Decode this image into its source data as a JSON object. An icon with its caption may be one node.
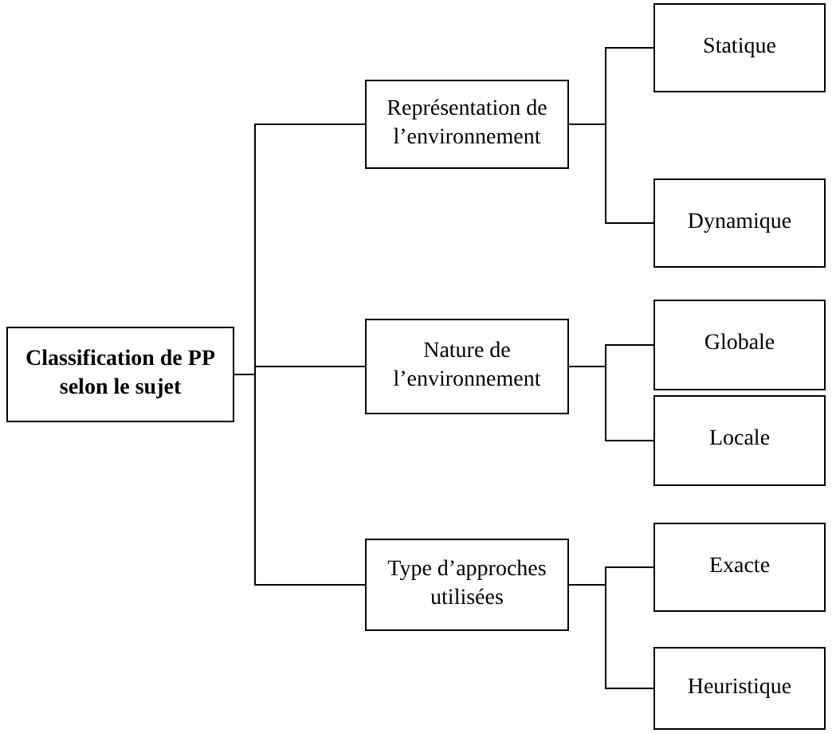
{
  "diagram": {
    "nodes": [
      {
        "text": [
          "Classification de PP selon le sujet"
        ]
      },
      {
        "text": [
          "Représentation de l’environnement"
        ]
      },
      {
        "text": [
          "Statique"
        ]
      },
      {
        "text": [
          "Dynamique"
        ]
      },
      {
        "text": [
          "Nature de l’environnement"
        ]
      },
      {
        "text": [
          "Globale"
        ]
      },
      {
        "text": [
          "Locale"
        ]
      },
      {
        "text": [
          "Type d’approches utilisées"
        ]
      },
      {
        "text": [
          "Exacte"
        ]
      },
      {
        "text": [
          "Heuristique"
        ]
      }
    ],
    "edges": [
      {
        "from": 0,
        "to": 1,
        "arrow": "none"
      },
      {
        "from": 0,
        "to": 4,
        "arrow": "none"
      },
      {
        "from": 0,
        "to": 7,
        "arrow": "none"
      },
      {
        "from": 1,
        "to": 2,
        "arrow": "none"
      },
      {
        "from": 1,
        "to": 3,
        "arrow": "none"
      },
      {
        "from": 4,
        "to": 5,
        "arrow": "none"
      },
      {
        "from": 4,
        "to": 6,
        "arrow": "none"
      },
      {
        "from": 7,
        "to": 8,
        "arrow": "none"
      },
      {
        "from": 7,
        "to": 9,
        "arrow": "none"
      }
    ]
  }
}
